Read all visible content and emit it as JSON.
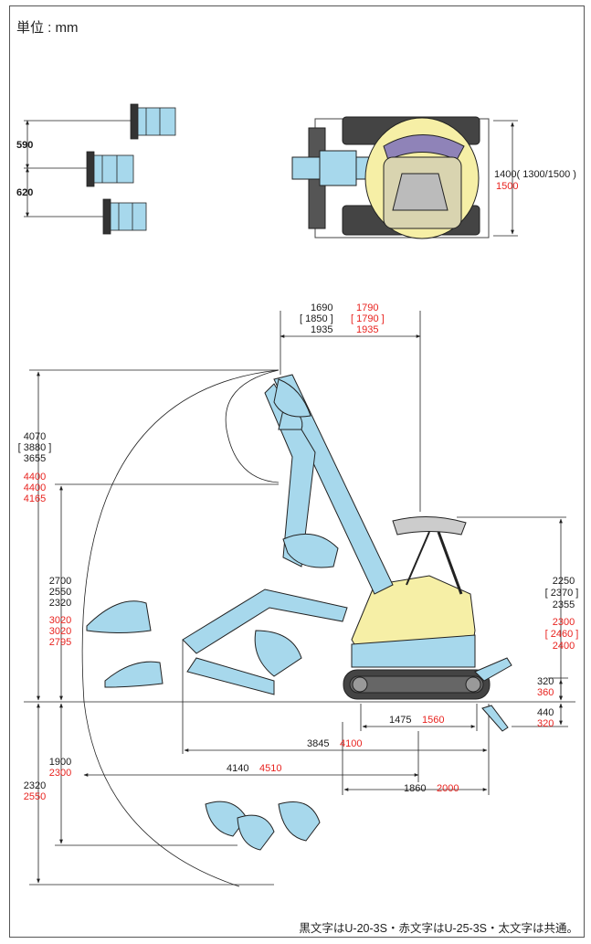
{
  "unit_label": "単位 : mm",
  "footnote": "黒文字はU-20-3S・赤文字はU-25-3S・太文字は共通。",
  "colors": {
    "black_text": "#1a1a1a",
    "red_text": "#e8231f",
    "body_blue": "#a7d8ec",
    "cab_yellow": "#f6efa6",
    "seat_purple": "#8f83b8"
  },
  "top_view": {
    "blade_offset_1": "590",
    "blade_offset_2": "620",
    "track_width": "1400",
    "track_width_alt": "( 1300/1500 )",
    "track_width_red": "1500"
  },
  "side_view": {
    "tail_swing": {
      "a": "1690",
      "a_red": "1790",
      "b": "[ 1850 ]",
      "b_red": "[ 1790 ]",
      "c": "1935",
      "c_red": "1935"
    },
    "max_dig_height": {
      "a": "4070",
      "b": "[ 3880 ]",
      "c": "3655",
      "r1": "4400",
      "r2": "4400",
      "r3": "4165"
    },
    "max_dump_height": {
      "a": "2700",
      "b": "2550",
      "c": "2320",
      "r1": "3020",
      "r2": "3020",
      "r3": "2795"
    },
    "max_vertical_dig_depth": {
      "a": "1900",
      "r": "2300"
    },
    "max_dig_depth": {
      "a": "2320",
      "r": "2550"
    },
    "canopy_height": {
      "a": "2250",
      "b": "[ 2370 ]",
      "c": "2355",
      "r1": "2300",
      "r2": "[ 2460 ]",
      "r3": "2400"
    },
    "blade_lift": {
      "a": "320",
      "r": "360"
    },
    "blade_drop": {
      "a": "440",
      "r": "320"
    },
    "tumbler_distance": {
      "a": "1475",
      "r": "1560"
    },
    "min_front_swing_radius": {
      "a": "3845",
      "r": "4100"
    },
    "max_dig_radius_ground": {
      "a": "4140",
      "r": "4510"
    },
    "overall_length": {
      "a": "1860",
      "r": "2000"
    }
  }
}
